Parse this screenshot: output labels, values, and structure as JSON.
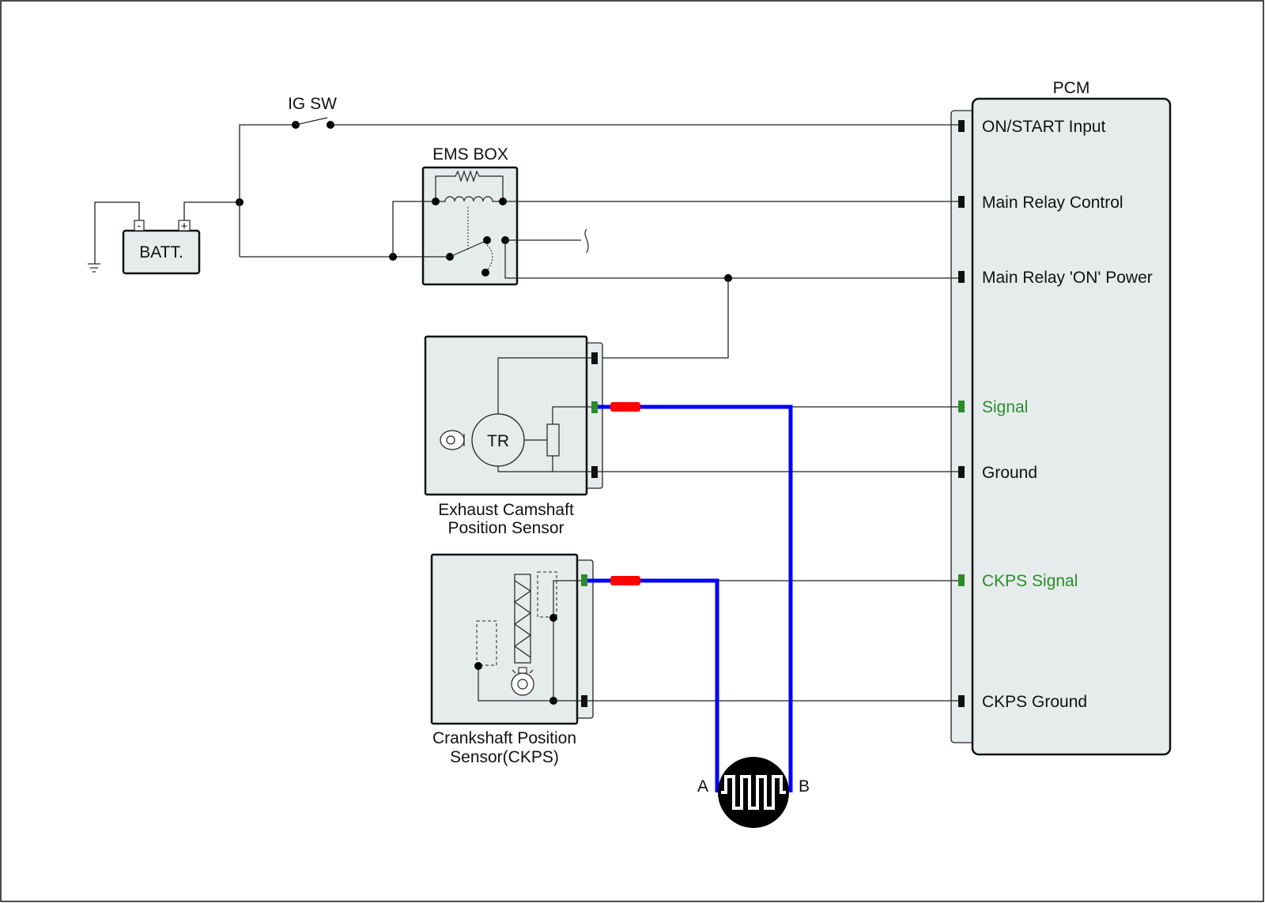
{
  "pcm": {
    "title": "PCM",
    "pins": [
      {
        "label": "ON/START Input",
        "color": "#111111"
      },
      {
        "label": "Main Relay Control",
        "color": "#111111"
      },
      {
        "label": "Main Relay 'ON' Power",
        "color": "#111111"
      },
      {
        "label": "Signal",
        "color": "#2a8c2a"
      },
      {
        "label": "Ground",
        "color": "#111111"
      },
      {
        "label": "CKPS Signal",
        "color": "#2a8c2a"
      },
      {
        "label": "CKPS Ground",
        "color": "#111111"
      }
    ]
  },
  "ig_switch": {
    "label": "IG SW"
  },
  "ems_box": {
    "label": "EMS BOX"
  },
  "battery": {
    "label": "BATT.",
    "negative": "-",
    "positive": "+"
  },
  "cmp_sensor": {
    "line1": "Exhaust Camshaft",
    "line2": "Position Sensor",
    "inner_label": "TR"
  },
  "ckp_sensor": {
    "line1": "Crankshaft Position",
    "line2": "Sensor(CKPS)"
  },
  "scope": {
    "channel_a": "A",
    "channel_b": "B"
  },
  "colors": {
    "probe_wire": "#0000ff",
    "probe_clip": "#ff0000",
    "signal_pin": "#2a8c2a",
    "box_fill": "#e6ecec"
  }
}
